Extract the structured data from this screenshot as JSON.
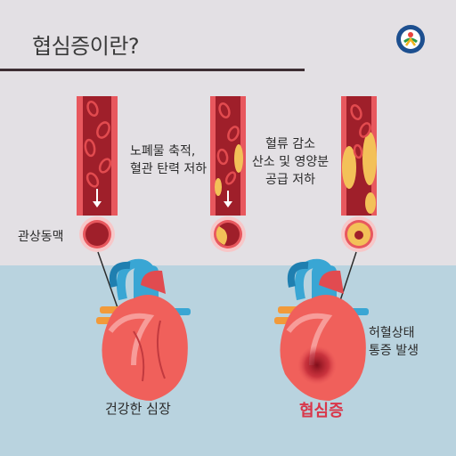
{
  "title": "협심증이란?",
  "notes": {
    "plaque": [
      "노폐물 축적,",
      "혈관 탄력 저하"
    ],
    "reduced_flow": [
      "혈류 감소",
      "산소 및 영양분",
      "공급 저하"
    ],
    "ischemia": [
      "허혈상태",
      "통증 발생"
    ]
  },
  "labels": {
    "coronary_artery": "관상동맥",
    "healthy_heart": "건강한 심장",
    "angina": "협심증"
  },
  "colors": {
    "vessel_wall": "#e8585e",
    "vessel_inner": "#9f1f2a",
    "blood_cell": "#d83a3f",
    "plaque": "#f3c158",
    "heart": "#f0605b",
    "aorta": "#39a6d4",
    "vein": "#f29a3a",
    "angina_text": "#d9364a"
  },
  "icons": [
    "logo-emblem-icon",
    "down-arrow-icon"
  ]
}
